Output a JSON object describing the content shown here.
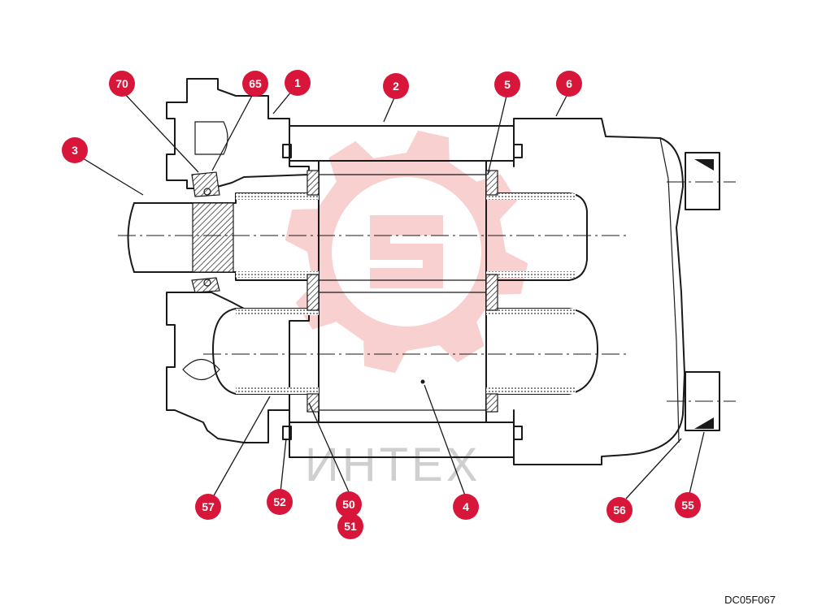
{
  "watermark": {
    "text": "ИНТЕХ",
    "color": "#f2aaa8"
  },
  "drawing_code": "DC05F067",
  "callout_color": "#d8163a",
  "callouts": [
    {
      "id": "70"
    },
    {
      "id": "65"
    },
    {
      "id": "1"
    },
    {
      "id": "2"
    },
    {
      "id": "5"
    },
    {
      "id": "6"
    },
    {
      "id": "3"
    },
    {
      "id": "57"
    },
    {
      "id": "52"
    },
    {
      "id": "50"
    },
    {
      "id": "51"
    },
    {
      "id": "4"
    },
    {
      "id": "56"
    },
    {
      "id": "55"
    }
  ]
}
